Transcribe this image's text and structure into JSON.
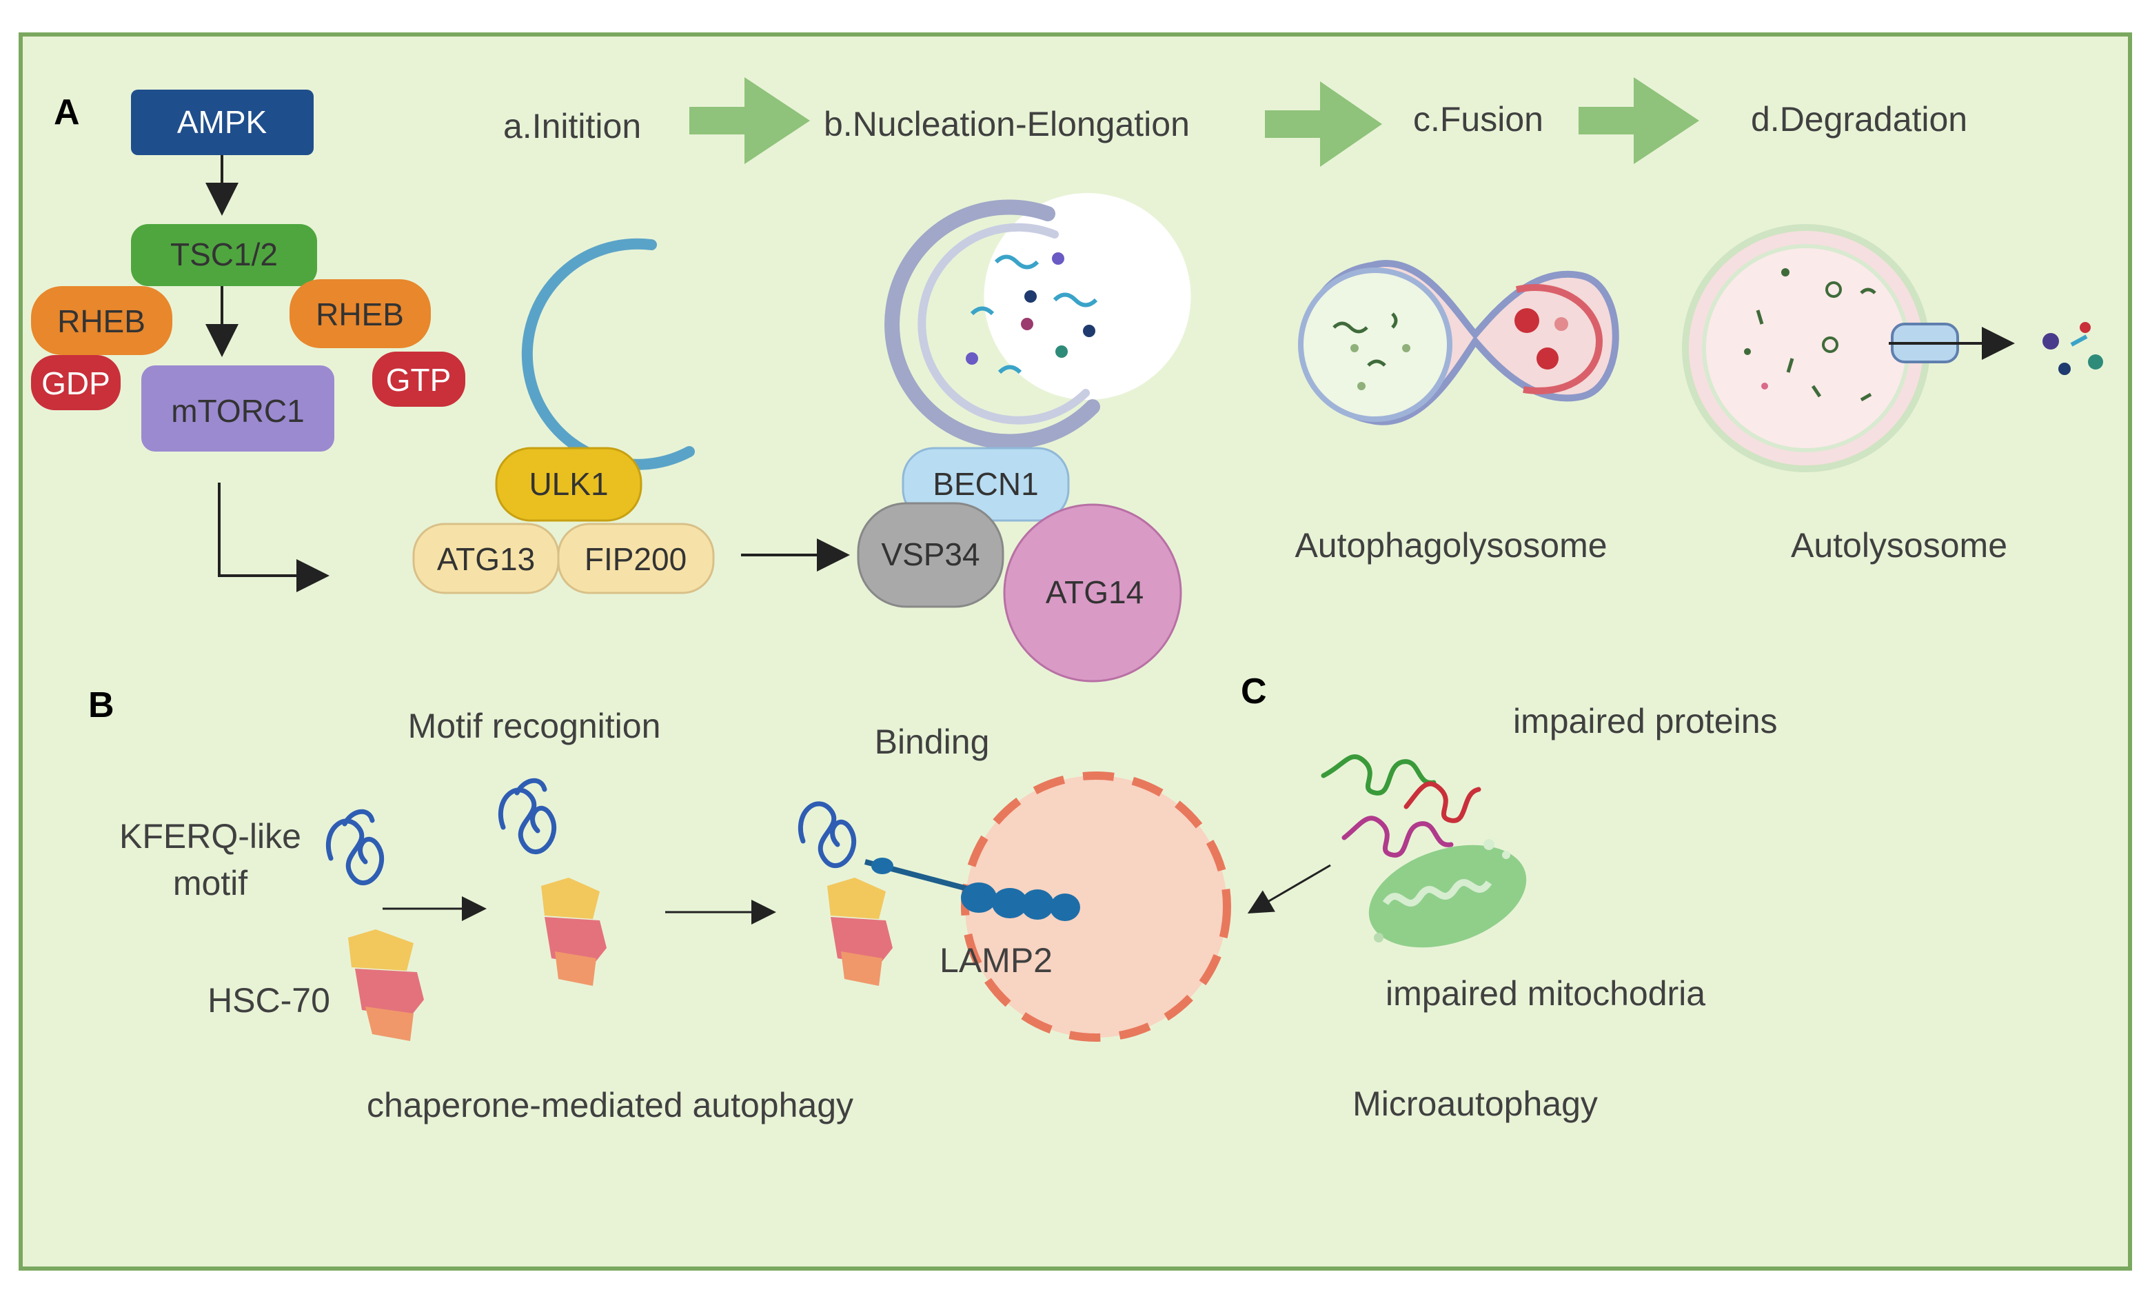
{
  "panels": {
    "a": "A",
    "b": "B",
    "c": "C"
  },
  "steps": {
    "initiation": "a.Initition",
    "nucleation": "b.Nucleation-Elongation",
    "fusion": "c.Fusion",
    "degradation": "d.Degradation"
  },
  "pathway": {
    "ampk": "AMPK",
    "tsc": "TSC1/2",
    "rheb_left": "RHEB",
    "rheb_right": "RHEB",
    "gdp": "GDP",
    "gtp": "GTP",
    "mtorc1": "mTORC1"
  },
  "complex1": {
    "ulk1": "ULK1",
    "atg13": "ATG13",
    "fip200": "FIP200"
  },
  "complex2": {
    "becn1": "BECN1",
    "vsp34": "VSP34",
    "atg14": "ATG14"
  },
  "vesicles": {
    "autophagolysosome": "Autophagolysosome",
    "autolysosome": "Autolysosome"
  },
  "cma": {
    "motif_recognition": "Motif recognition",
    "binding": "Binding",
    "kferq_line1": "KFERQ-like",
    "kferq_line2": "motif",
    "hsc70": "HSC-70",
    "lamp2": "LAMP2",
    "caption": "chaperone-mediated autophagy"
  },
  "micro": {
    "impaired_proteins": "impaired proteins",
    "impaired_mitochondria": "impaired mitochodria",
    "caption": "Microautophagy"
  },
  "colors": {
    "background": "#e8f3d6",
    "frame": "#7aa85f",
    "arrow_green": "#8fc27a",
    "ampk": "#1f4e8c",
    "tsc": "#4fa63f",
    "rheb": "#e8872c",
    "gdp_gtp": "#c9303a",
    "mtorc1": "#9b8ad0",
    "ulk1": "#e9c020",
    "atg13_fip200": "#f6e2a8",
    "becn1": "#b8dcf2",
    "vsp34": "#a9a9a9",
    "atg14": "#d99ac6",
    "lysosome": "#f8d4c2",
    "lysosome_border": "#e8785c",
    "protein_blue": "#2e5db3",
    "lamp2": "#1d6ea8"
  }
}
